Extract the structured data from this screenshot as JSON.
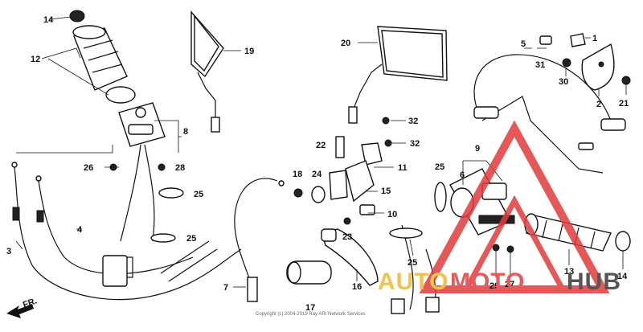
{
  "diagram": {
    "callouts": [
      "1",
      "2",
      "3",
      "4",
      "5",
      "6",
      "7",
      "8",
      "9",
      "10",
      "11",
      "12",
      "13",
      "14",
      "15",
      "16",
      "17",
      "18",
      "19",
      "20",
      "21",
      "22",
      "23",
      "24",
      "25",
      "25",
      "25",
      "25",
      "26",
      "27",
      "28",
      "29",
      "30",
      "31",
      "32",
      "32"
    ],
    "direction_label": "FR.",
    "copyright": "Copyright (c) 2004-2019 Ray ARI Network Services"
  },
  "watermark": {
    "part1": "AUTO",
    "part2": "MOTO",
    "part3": "HUB",
    "colors": {
      "auto": "#f2c14e",
      "moto": "#e85a5a",
      "hub": "#555555",
      "triangle": "#e23b3b"
    }
  }
}
